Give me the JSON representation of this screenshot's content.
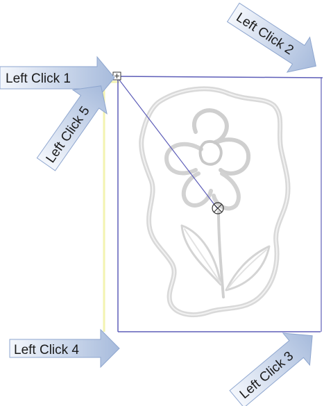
{
  "annotations": [
    {
      "id": "click1",
      "label": "Left Click 1"
    },
    {
      "id": "click2",
      "label": "Left Click 2"
    },
    {
      "id": "click3",
      "label": "Left Click 3"
    },
    {
      "id": "click4",
      "label": "Left Click 4"
    },
    {
      "id": "click5",
      "label": "Left Click 5"
    }
  ],
  "colors": {
    "arrow_fill_light": "#eef3fb",
    "arrow_fill_dark": "#9eb3d8",
    "arrow_stroke": "#8ea6cf",
    "selection_line": "#5d5db8",
    "guide_yellow": "#f3f3b0",
    "flower_outline": "#d6d6d6"
  },
  "icons": {
    "start_marker": "square-plus-icon",
    "center_marker": "circle-x-icon"
  }
}
